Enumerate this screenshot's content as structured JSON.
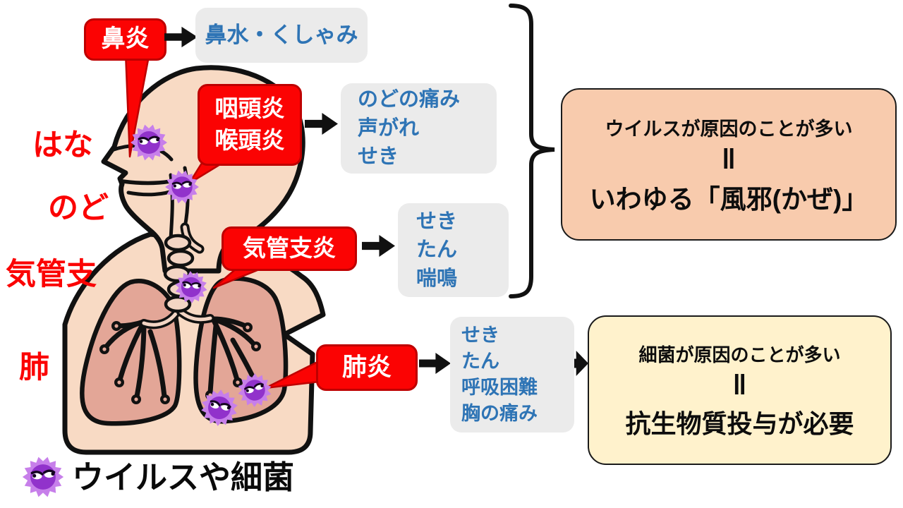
{
  "organs": [
    "はな",
    "のど",
    "気管支",
    "肺"
  ],
  "callouts": [
    {
      "id": "rhinitis",
      "lines": [
        "鼻炎"
      ]
    },
    {
      "id": "pharyngitis",
      "lines": [
        "咽頭炎",
        "喉頭炎"
      ]
    },
    {
      "id": "bronchitis",
      "lines": [
        "気管支炎"
      ]
    },
    {
      "id": "pneumonia",
      "lines": [
        "肺炎"
      ]
    }
  ],
  "symptoms": [
    {
      "id": "nasal",
      "lines": [
        "鼻水・くしゃみ"
      ]
    },
    {
      "id": "throat",
      "lines": [
        "のどの痛み",
        "声がれ",
        "せき"
      ]
    },
    {
      "id": "bronchial",
      "lines": [
        "せき",
        "たん",
        "喘鳴"
      ]
    },
    {
      "id": "pneumonic",
      "lines": [
        "せき",
        "たん",
        "呼吸困難",
        "胸の痛み"
      ]
    }
  ],
  "cause_boxes": {
    "viral": {
      "line1": "ウイルスが原因のことが多い",
      "equals": "‖",
      "line2": "いわゆる「風邪(かぜ)」"
    },
    "bacterial": {
      "line1": "細菌が原因のことが多い",
      "equals": "‖",
      "line2": "抗生物質投与が必要"
    }
  },
  "legend": {
    "icon": "virus-icon",
    "label": "ウイルスや細菌"
  },
  "colors": {
    "callout_red": "#fb0303",
    "callout_border": "#be0000",
    "symptom_box_bg": "#ebebeb",
    "symptom_text_blue": "#2e74b5",
    "viral_box_bg": "#f8cbad",
    "bacterial_box_bg": "#fff2cc",
    "organ_label_red": "#fb0303",
    "skin": "#f8dac4",
    "lung_pink": "#e3a697",
    "virus_body_purple": "#9132cb",
    "virus_spike_purple": "#c77fea",
    "arrow_black": "#111111"
  }
}
